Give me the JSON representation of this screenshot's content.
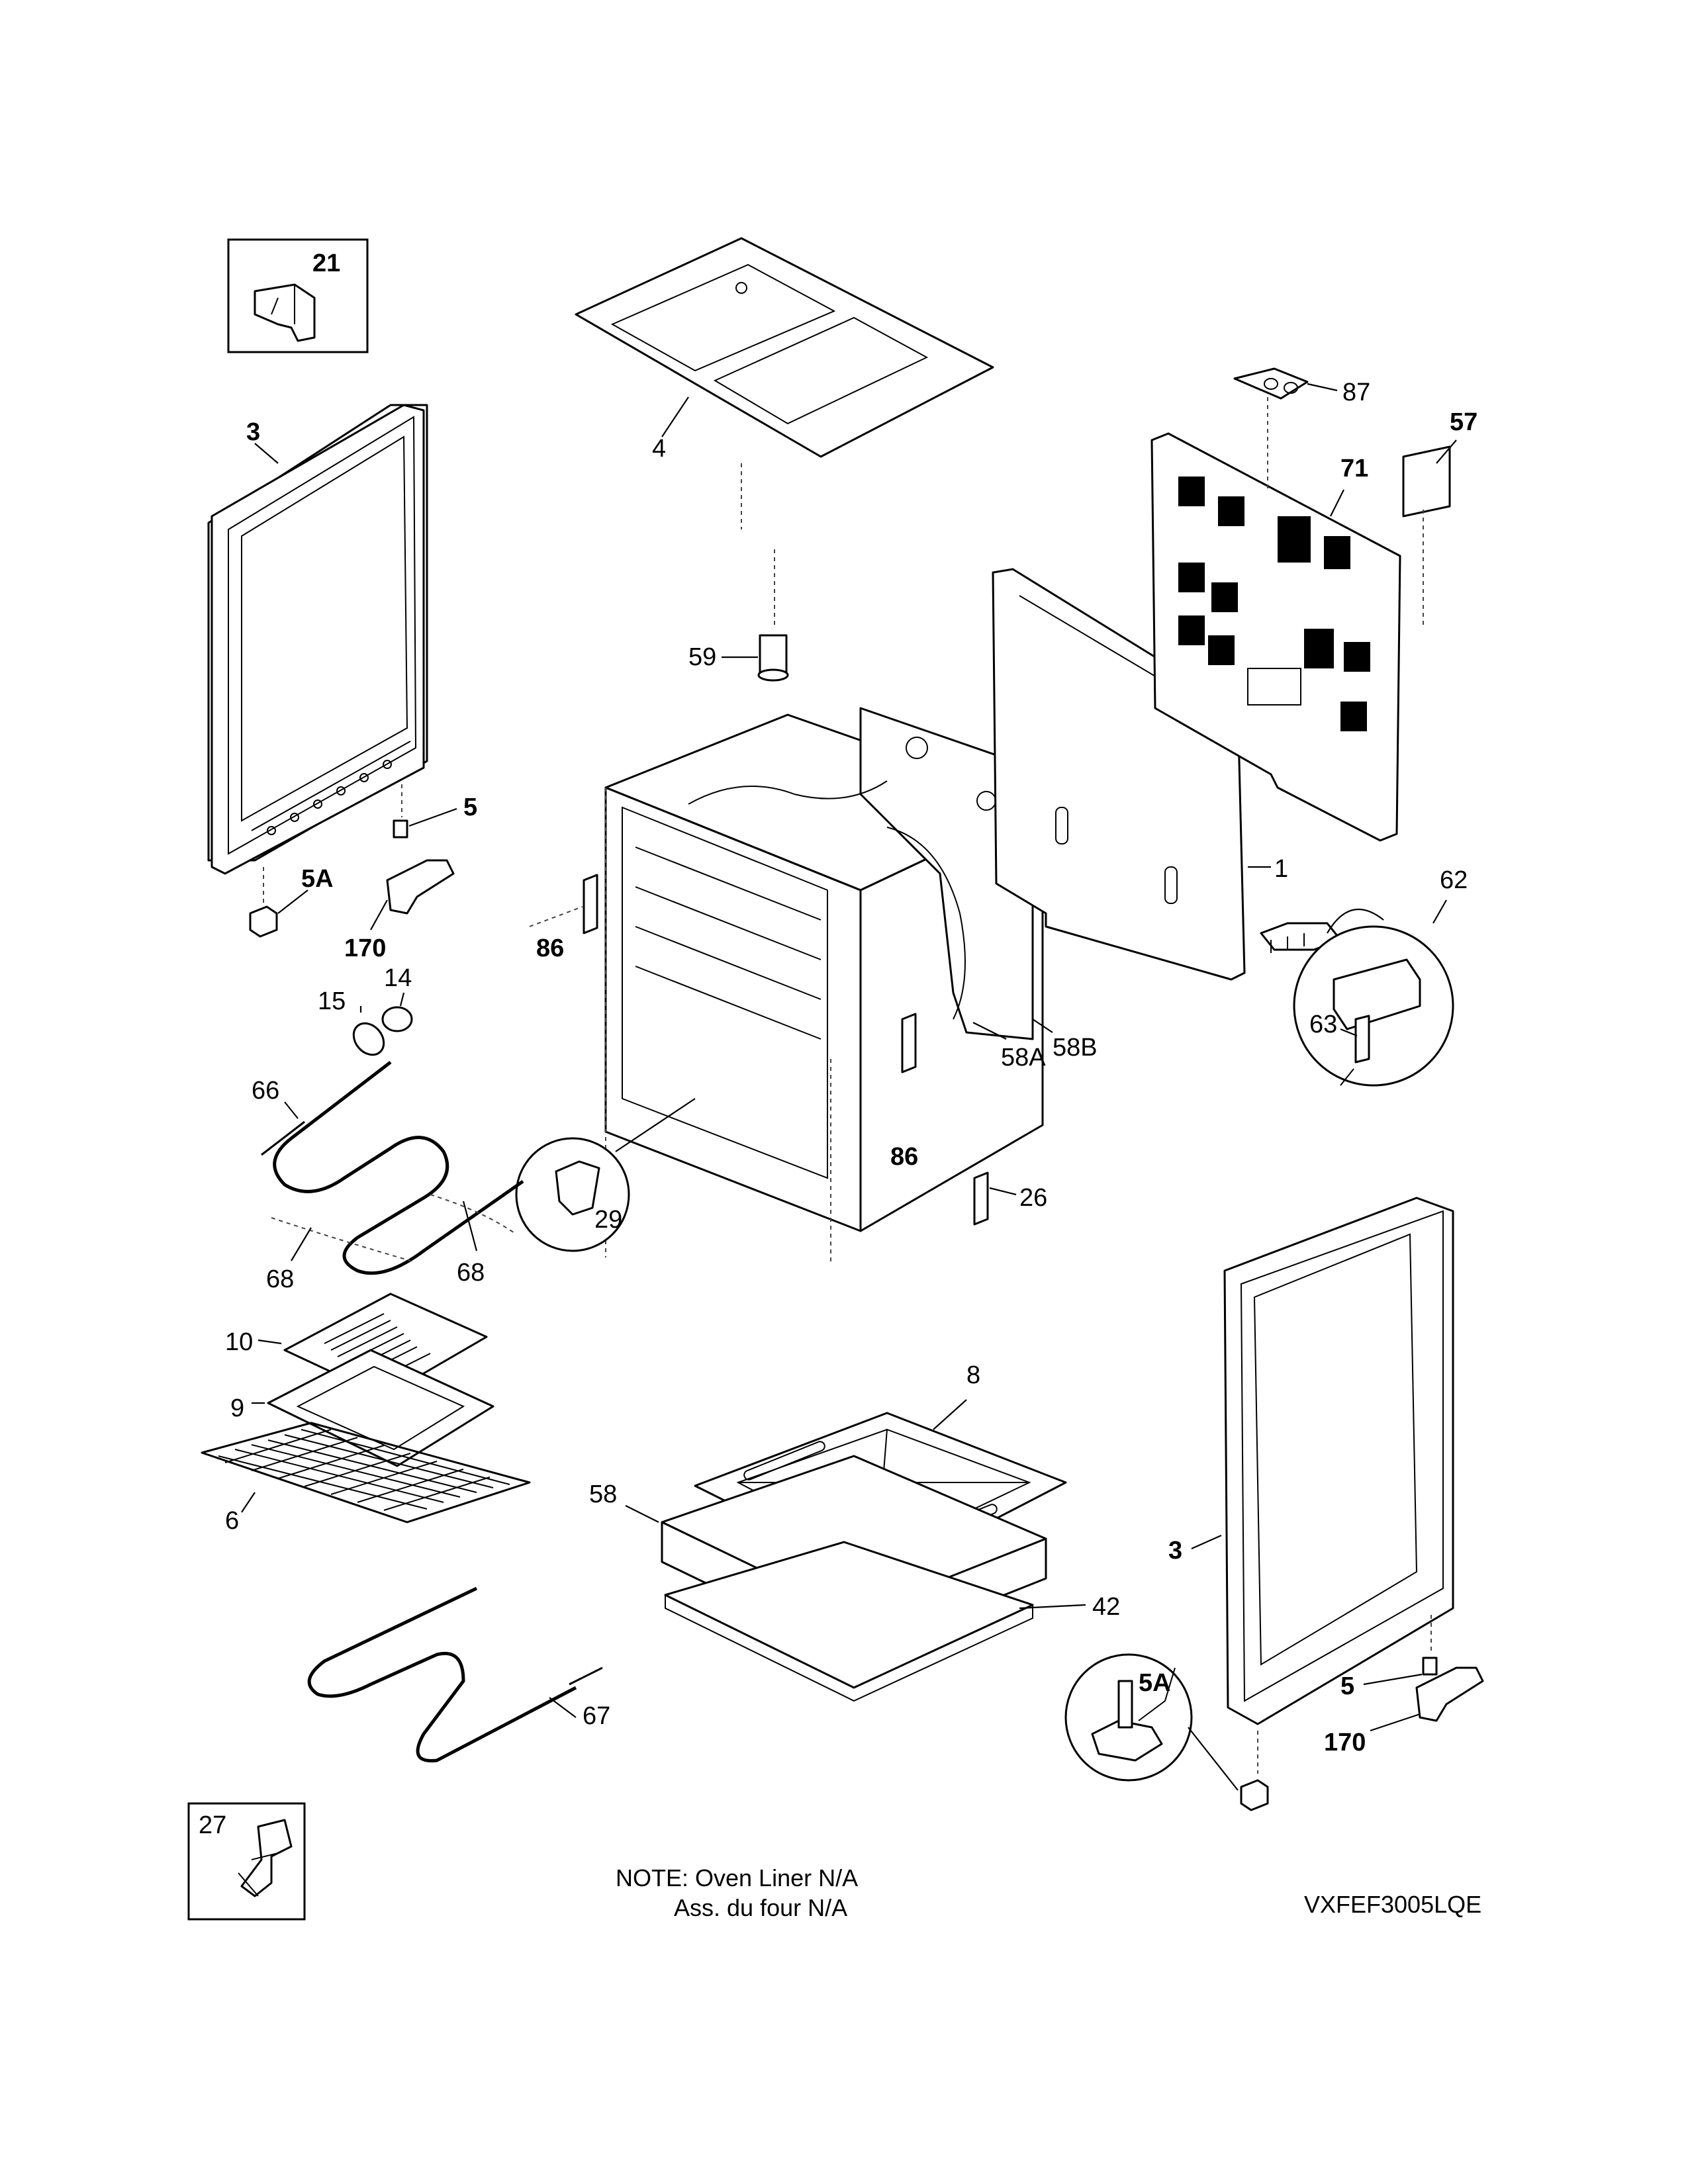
{
  "model_number": "VXFEF3005LQE",
  "note": {
    "line1": "NOTE: Oven Liner N/A",
    "line2": "Ass. du four N/A"
  },
  "callouts": {
    "c1": "1",
    "c3_left": "3",
    "c3_right": "3",
    "c4": "4",
    "c5_left": "5",
    "c5_right": "5",
    "c5A_left": "5A",
    "c5A_right": "5A",
    "c6": "6",
    "c8": "8",
    "c9": "9",
    "c10": "10",
    "c14": "14",
    "c15": "15",
    "c21": "21",
    "c26": "26",
    "c27": "27",
    "c29": "29",
    "c42": "42",
    "c57": "57",
    "c58": "58",
    "c58A": "58A",
    "c58B": "58B",
    "c59": "59",
    "c62": "62",
    "c63": "63",
    "c66": "66",
    "c67": "67",
    "c68_left": "68",
    "c68_right": "68",
    "c71": "71",
    "c86_left": "86",
    "c86_right": "86",
    "c87": "87",
    "c170_left": "170",
    "c170_right": "170"
  }
}
